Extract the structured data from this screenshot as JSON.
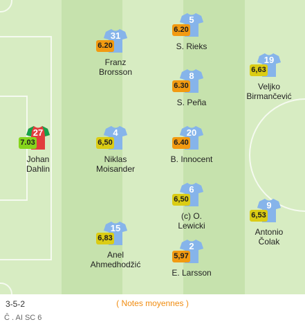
{
  "pitch": {
    "stripe_colors": [
      "#d7ecc2",
      "#c6e2ad"
    ]
  },
  "team": {
    "shirt_home_color": "#86b4ea",
    "keeper_color": "#e23e3e",
    "keeper_accent": "#16a34a"
  },
  "rating_colors": {
    "orange": "#f29a11",
    "yellow": "#dbcc14",
    "green": "#86d51c"
  },
  "players": [
    {
      "number": "27",
      "name_line1": "Johan",
      "name_line2": "Dahlin",
      "rating": "7.03",
      "rating_color": "#86d51c",
      "keeper": true
    },
    {
      "number": "31",
      "name_line1": "Franz",
      "name_line2": "Brorsson",
      "rating": "6.20",
      "rating_color": "#f29a11",
      "keeper": false
    },
    {
      "number": "4",
      "name_line1": "Niklas",
      "name_line2": "Moisander",
      "rating": "6,50",
      "rating_color": "#dbcc14",
      "keeper": false
    },
    {
      "number": "15",
      "name_line1": "Anel",
      "name_line2": "Ahmedhodžić",
      "rating": "6,83",
      "rating_color": "#dbcc14",
      "keeper": false
    },
    {
      "number": "5",
      "name_line1": "S. Rieks",
      "name_line2": "",
      "rating": "6.20",
      "rating_color": "#f29a11",
      "keeper": false
    },
    {
      "number": "8",
      "name_line1": "S. Peña",
      "name_line2": "",
      "rating": "6.30",
      "rating_color": "#f29a11",
      "keeper": false
    },
    {
      "number": "20",
      "name_line1": "B. Innocent",
      "name_line2": "",
      "rating": "6.40",
      "rating_color": "#f29a11",
      "keeper": false
    },
    {
      "number": "6",
      "name_line1": "(c) O.",
      "name_line2": "Lewicki",
      "rating": "6,50",
      "rating_color": "#dbcc14",
      "keeper": false
    },
    {
      "number": "2",
      "name_line1": "E. Larsson",
      "name_line2": "",
      "rating": "5,97",
      "rating_color": "#f29a11",
      "keeper": false
    },
    {
      "number": "19",
      "name_line1": "Veljko",
      "name_line2": "Birmančević",
      "rating": "6,63",
      "rating_color": "#dbcc14",
      "keeper": false
    },
    {
      "number": "9",
      "name_line1": "Antonio",
      "name_line2": "Čolak",
      "rating": "6,53",
      "rating_color": "#dbcc14",
      "keeper": false
    }
  ],
  "footer": {
    "formation": "3-5-2",
    "notes_link": "( Notes moyennes )",
    "next_line_partial": "Ĉ                          .                     AI SC 6"
  }
}
